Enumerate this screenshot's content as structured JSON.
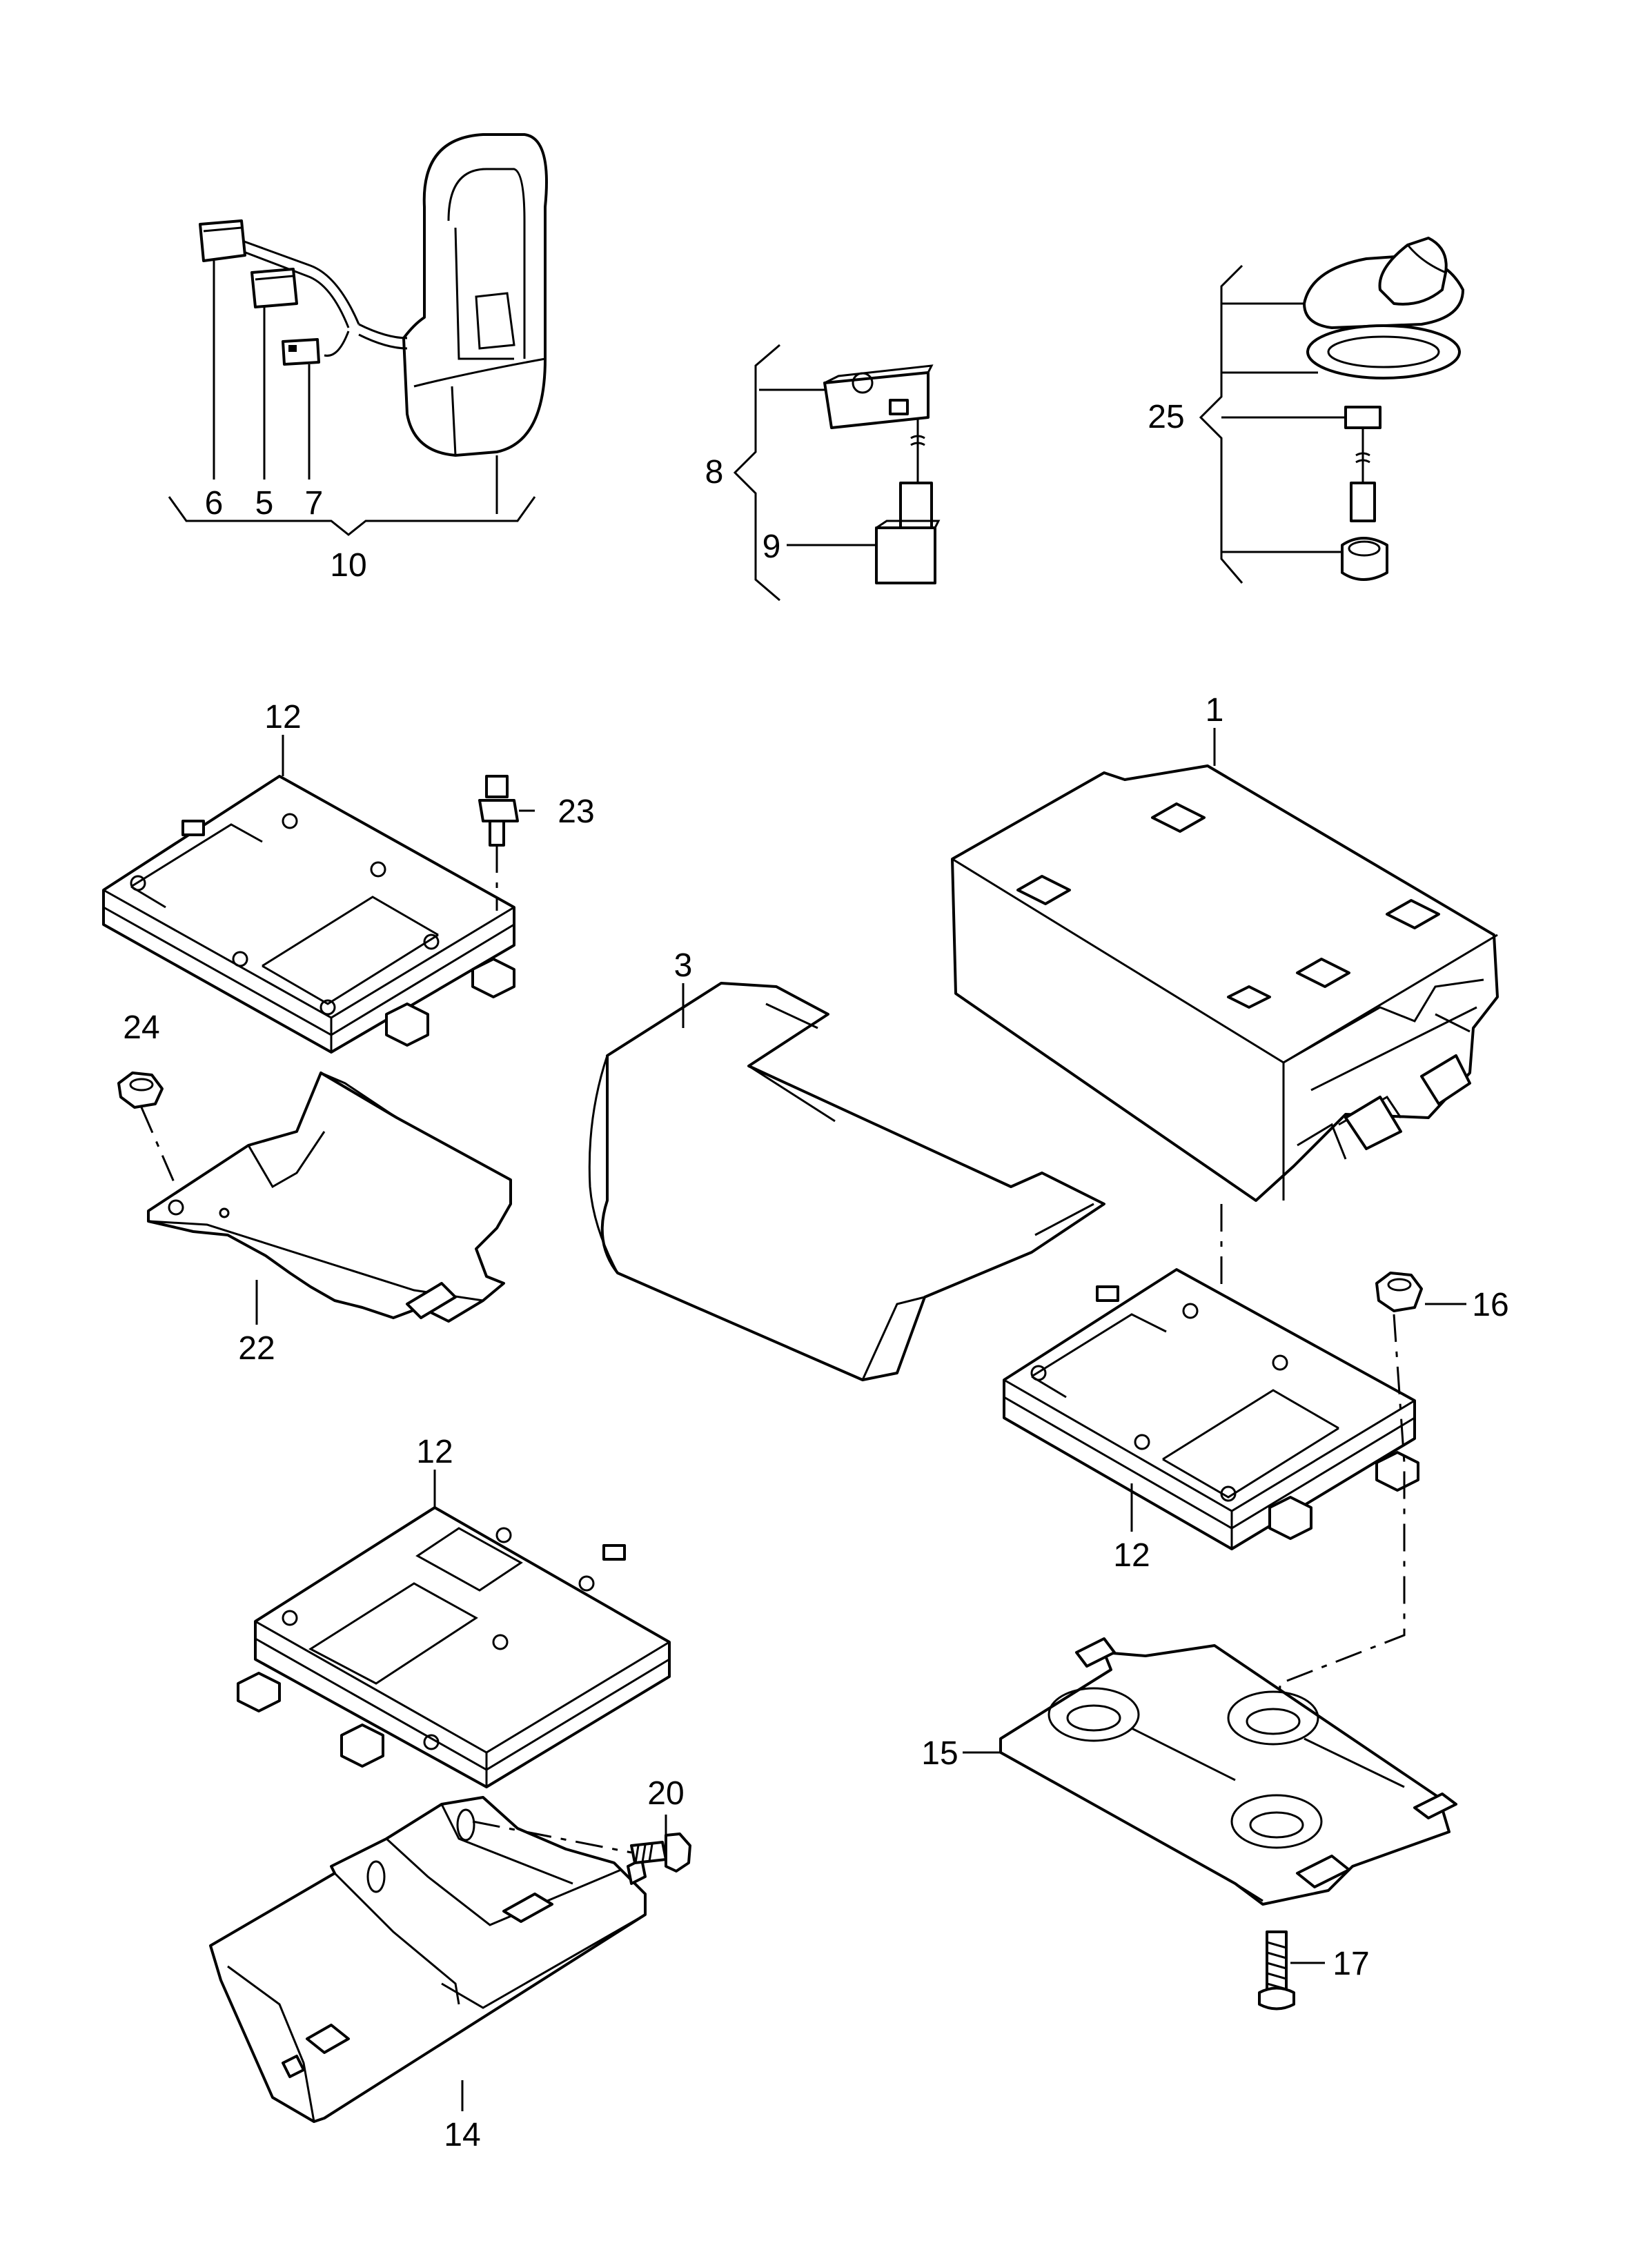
{
  "diagram": {
    "labels": {
      "p1": "1",
      "p3": "3",
      "p5": "5",
      "p6": "6",
      "p7": "7",
      "p8": "8",
      "p9": "9",
      "p10": "10",
      "p12a": "12",
      "p12b": "12",
      "p12c": "12",
      "p14": "14",
      "p15": "15",
      "p16": "16",
      "p17": "17",
      "p20": "20",
      "p22": "22",
      "p23": "23",
      "p24": "24",
      "p25": "25"
    }
  }
}
